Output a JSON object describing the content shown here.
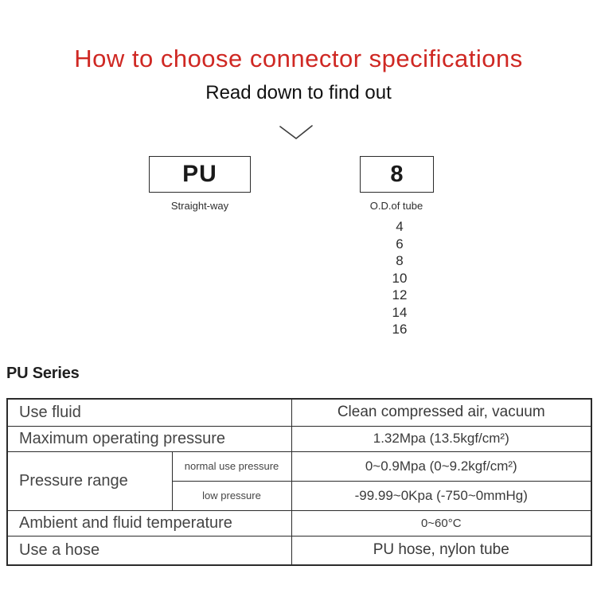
{
  "header": {
    "title": "How to choose connector specifications",
    "title_color": "#cf2823",
    "subtitle": "Read down to find out"
  },
  "selector": {
    "chevron_icon": "chevron-down",
    "model": {
      "code": "PU",
      "caption": "Straight-way"
    },
    "size": {
      "code": "8",
      "caption": "O.D.of tube",
      "options": [
        "4",
        "6",
        "8",
        "10",
        "12",
        "14",
        "16"
      ]
    }
  },
  "series_heading": "PU Series",
  "spec_table": {
    "accent_bg": "#f5edda",
    "rows": {
      "use_fluid": {
        "label": "Use fluid",
        "value": "Clean compressed air, vacuum"
      },
      "max_pressure": {
        "label": "Maximum operating pressure",
        "value": "1.32Mpa (13.5kgf/cm²)"
      },
      "pressure_range": {
        "label": "Pressure range",
        "normal": {
          "label": "normal use pressure",
          "value": "0~0.9Mpa (0~9.2kgf/cm²)"
        },
        "low": {
          "label": "low pressure",
          "value": "-99.99~0Kpa (-750~0mmHg)"
        }
      },
      "temperature": {
        "label": "Ambient and fluid temperature",
        "value": "0~60°C"
      },
      "hose": {
        "label": "Use a hose",
        "value": "PU hose, nylon tube"
      }
    }
  }
}
